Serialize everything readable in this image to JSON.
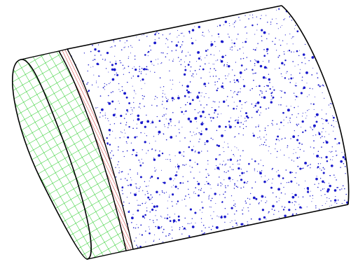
{
  "diagram": {
    "type": "cylinder-cross-section",
    "colors": {
      "background": "#ffffff",
      "outline": "#000000",
      "mesh_layer": "#22cc22",
      "thin_layer_fill": "#ffffff",
      "thin_layer_hatch": "#cc3333",
      "body_speckle": "#1a1acc"
    },
    "layers": [
      {
        "name": "mesh",
        "pattern": "diagonal-grid"
      },
      {
        "name": "thin-band",
        "pattern": "vertical-hatch"
      },
      {
        "name": "body",
        "pattern": "speckle"
      }
    ]
  }
}
